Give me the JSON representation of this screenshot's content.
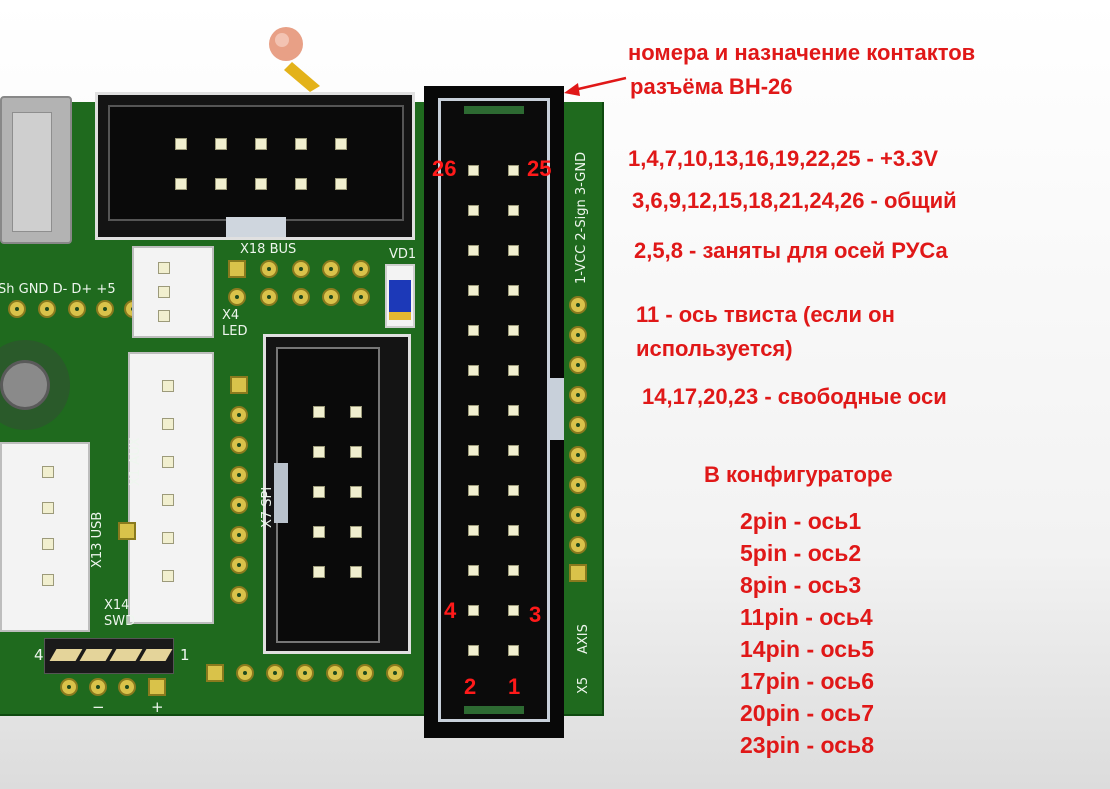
{
  "annotation": {
    "title_line1": "номера и назначение контактов",
    "title_line2": "разъёма BH-26",
    "pins_power": "1,4,7,10,13,16,19,22,25  -  +3.3V",
    "pins_ground": "3,6,9,12,15,18,21,24,26  -  общий",
    "pins_rus": "2,5,8 - заняты для осей РУСа",
    "pin_twist_line1": "11 - ось твиста (если он",
    "pin_twist_line2": "используется)",
    "pins_free": "14,17,20,23 - свободные оси",
    "config_heading": "В конфигураторе",
    "config_list": [
      "2pin - ось1",
      "5pin - ось2",
      "8pin - ось3",
      "11pin - ось4",
      "14pin - ось5",
      "17pin - ось6",
      "20pin - ось7",
      "23pin - ось8"
    ]
  },
  "connector_numbers": {
    "top_left": "26",
    "top_right": "25",
    "mid_left": "4",
    "mid_right": "3",
    "bottom_left": "2",
    "bottom_right": "1"
  },
  "silkscreen": {
    "x18": "X18 BUS",
    "vd1": "VD1",
    "usb_pins": "Sh GND D- D+ +5",
    "x4_line1": "X4",
    "x4_line2": "LED",
    "x1_aux": "X1 AUX",
    "x7_spi": "X7 SPI",
    "x13_usb": "X13 USB",
    "x14_line1": "X14",
    "x14_line2": "SWD",
    "swd_4": "4",
    "swd_1": "1",
    "minus": "−",
    "plus": "+",
    "x5_header": "1-VCC 2-Sign 3-GND",
    "x5_axis": "AXIS",
    "x5": "X5"
  },
  "colors": {
    "accent_red": "#e01818",
    "pcb_green": "#1f6a1e",
    "pad_gold": "#d9c24a"
  }
}
